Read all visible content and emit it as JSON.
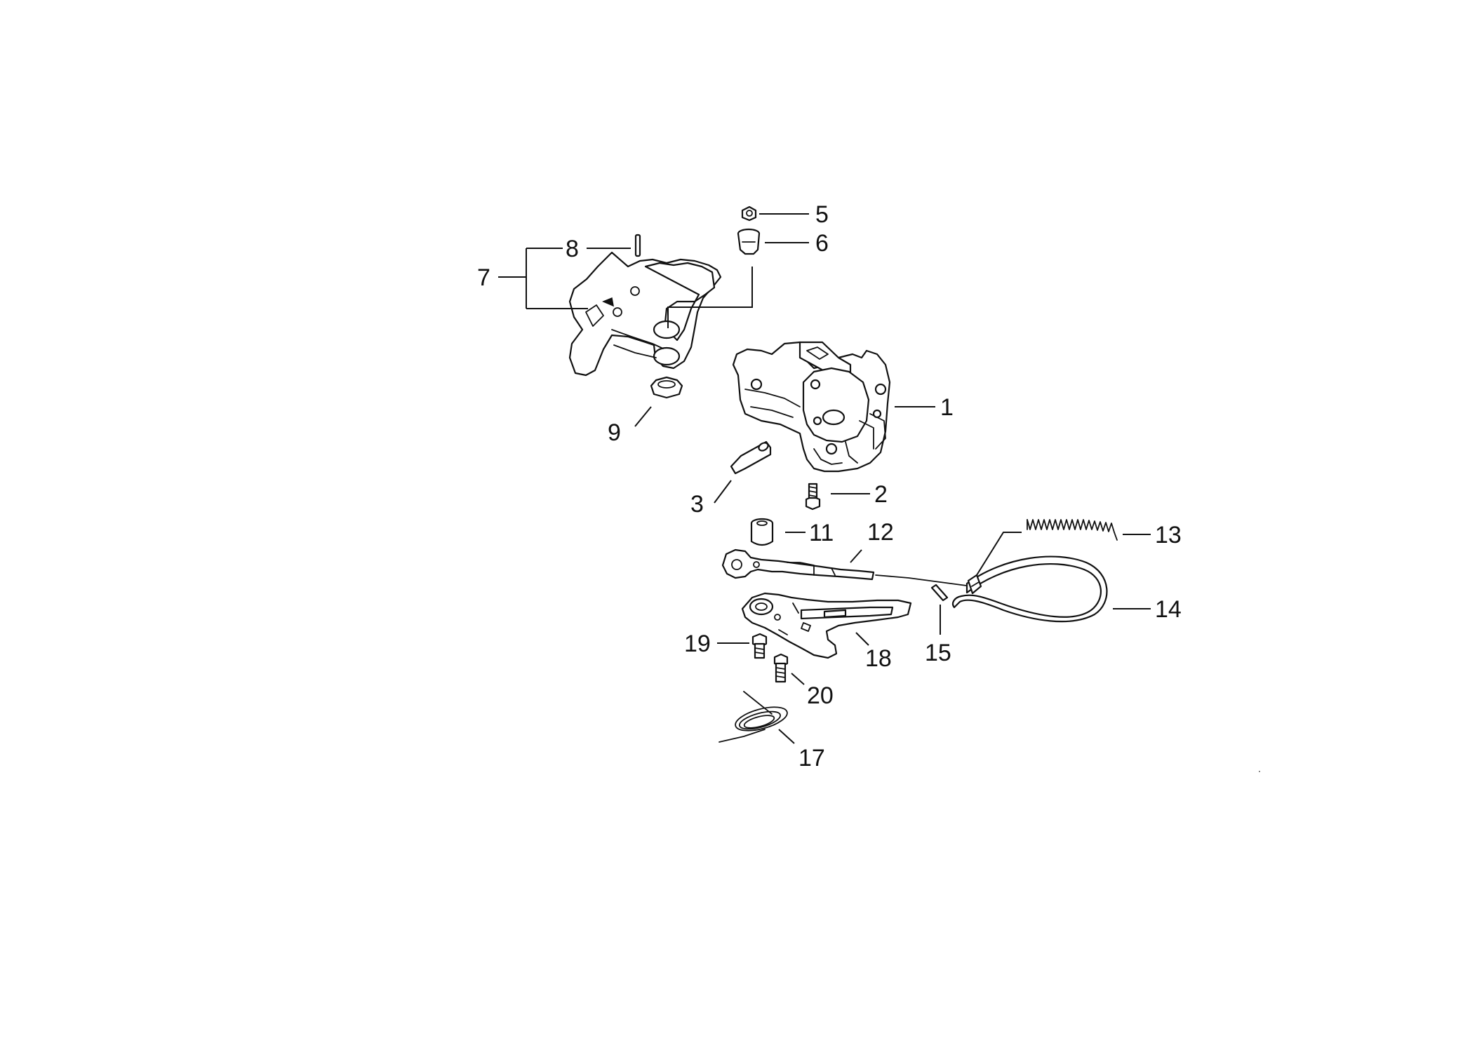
{
  "diagram": {
    "type": "exploded-parts-diagram",
    "callouts": [
      {
        "id": "1",
        "label": "1"
      },
      {
        "id": "2",
        "label": "2"
      },
      {
        "id": "3",
        "label": "3"
      },
      {
        "id": "5",
        "label": "5"
      },
      {
        "id": "6",
        "label": "6"
      },
      {
        "id": "7",
        "label": "7"
      },
      {
        "id": "8",
        "label": "8"
      },
      {
        "id": "9",
        "label": "9"
      },
      {
        "id": "11",
        "label": "11"
      },
      {
        "id": "12",
        "label": "12"
      },
      {
        "id": "13",
        "label": "13"
      },
      {
        "id": "14",
        "label": "14"
      },
      {
        "id": "15",
        "label": "15"
      },
      {
        "id": "17",
        "label": "17"
      },
      {
        "id": "18",
        "label": "18"
      },
      {
        "id": "19",
        "label": "19"
      },
      {
        "id": "20",
        "label": "20"
      }
    ],
    "colors": {
      "line": "#111111",
      "background": "#ffffff"
    }
  }
}
